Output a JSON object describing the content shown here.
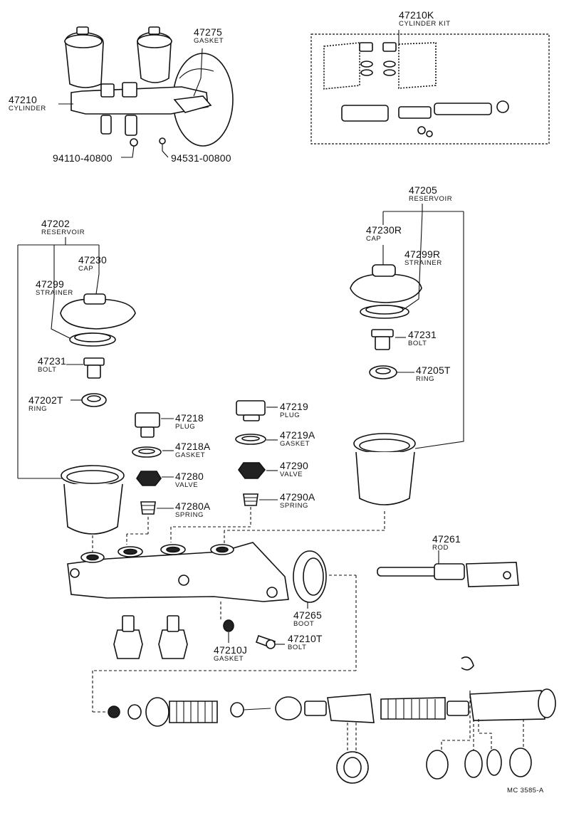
{
  "labels": {
    "cylinder_top": {
      "num": "47210",
      "name": "CYLINDER"
    },
    "gasket_top": {
      "num": "47275",
      "name": "GASKET"
    },
    "nut_left": {
      "num": "94110-40800"
    },
    "nut_right": {
      "num": "94531-00800"
    },
    "cylinder_kit": {
      "num": "47210K",
      "name": "CYLINDER KIT"
    },
    "reservoir_left": {
      "num": "47202",
      "name": "RESERVOIR"
    },
    "cap_left": {
      "num": "47230",
      "name": "CAP"
    },
    "strainer_left": {
      "num": "47299",
      "name": "STRAINER"
    },
    "bolt_left": {
      "num": "47231",
      "name": "BOLT"
    },
    "ring_left": {
      "num": "47202T",
      "name": "RING"
    },
    "reservoir_right": {
      "num": "47205",
      "name": "RESERVOIR"
    },
    "cap_right": {
      "num": "47230R",
      "name": "CAP"
    },
    "strainer_right": {
      "num": "47299R",
      "name": "STRAINER"
    },
    "bolt_right": {
      "num": "47231",
      "name": "BOLT"
    },
    "ring_right": {
      "num": "47205T",
      "name": "RING"
    },
    "plug_218": {
      "num": "47218",
      "name": "PLUG"
    },
    "gasket_218a": {
      "num": "47218A",
      "name": "GASKET"
    },
    "valve_280": {
      "num": "47280",
      "name": "VALVE"
    },
    "spring_280a": {
      "num": "47280A",
      "name": "SPRING"
    },
    "plug_219": {
      "num": "47219",
      "name": "PLUG"
    },
    "gasket_219a": {
      "num": "47219A",
      "name": "GASKET"
    },
    "valve_290": {
      "num": "47290",
      "name": "VALVE"
    },
    "spring_290a": {
      "num": "47290A",
      "name": "SPRING"
    },
    "rod": {
      "num": "47261",
      "name": "ROD"
    },
    "boot": {
      "num": "47265",
      "name": "BOOT"
    },
    "gasket_210j": {
      "num": "47210J",
      "name": "GASKET"
    },
    "bolt_210t": {
      "num": "47210T",
      "name": "BOLT"
    }
  },
  "footer": {
    "code": "MC 3585-A"
  }
}
